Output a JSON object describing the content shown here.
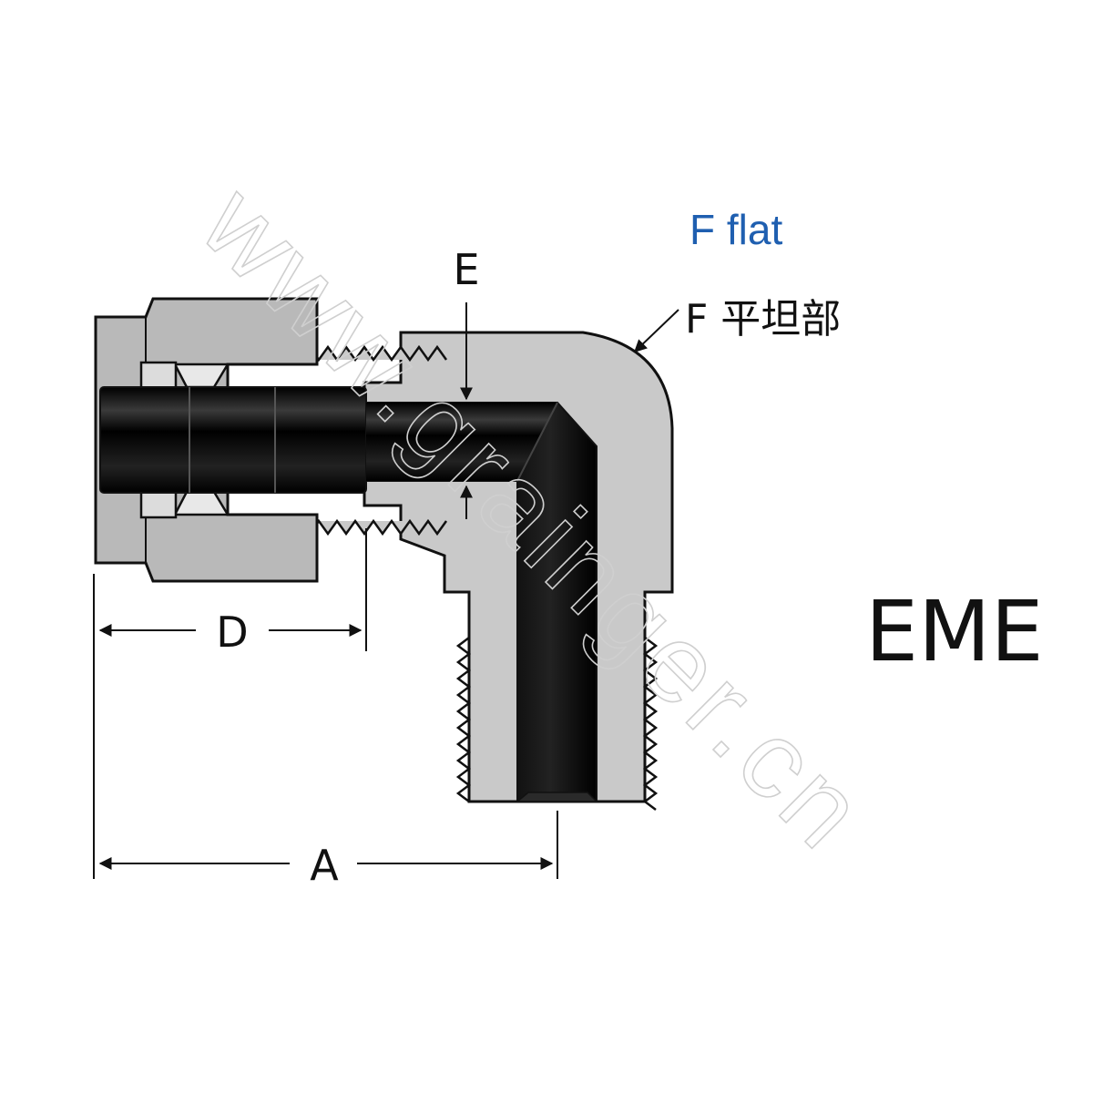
{
  "diagram": {
    "model_code": "EME",
    "dimension_labels": {
      "A": "A",
      "D": "D",
      "E": "E"
    },
    "flat_label_en": "F flat",
    "flat_label_cn": "F 平坦部",
    "watermark": "www.grainger.cn"
  },
  "colors": {
    "body_gray": "#c9c9c9",
    "nut_gray": "#b9b9b9",
    "tube_black": "#1b1b1b",
    "flat_label_blue": "#1f5fb0",
    "outline": "#111111"
  }
}
